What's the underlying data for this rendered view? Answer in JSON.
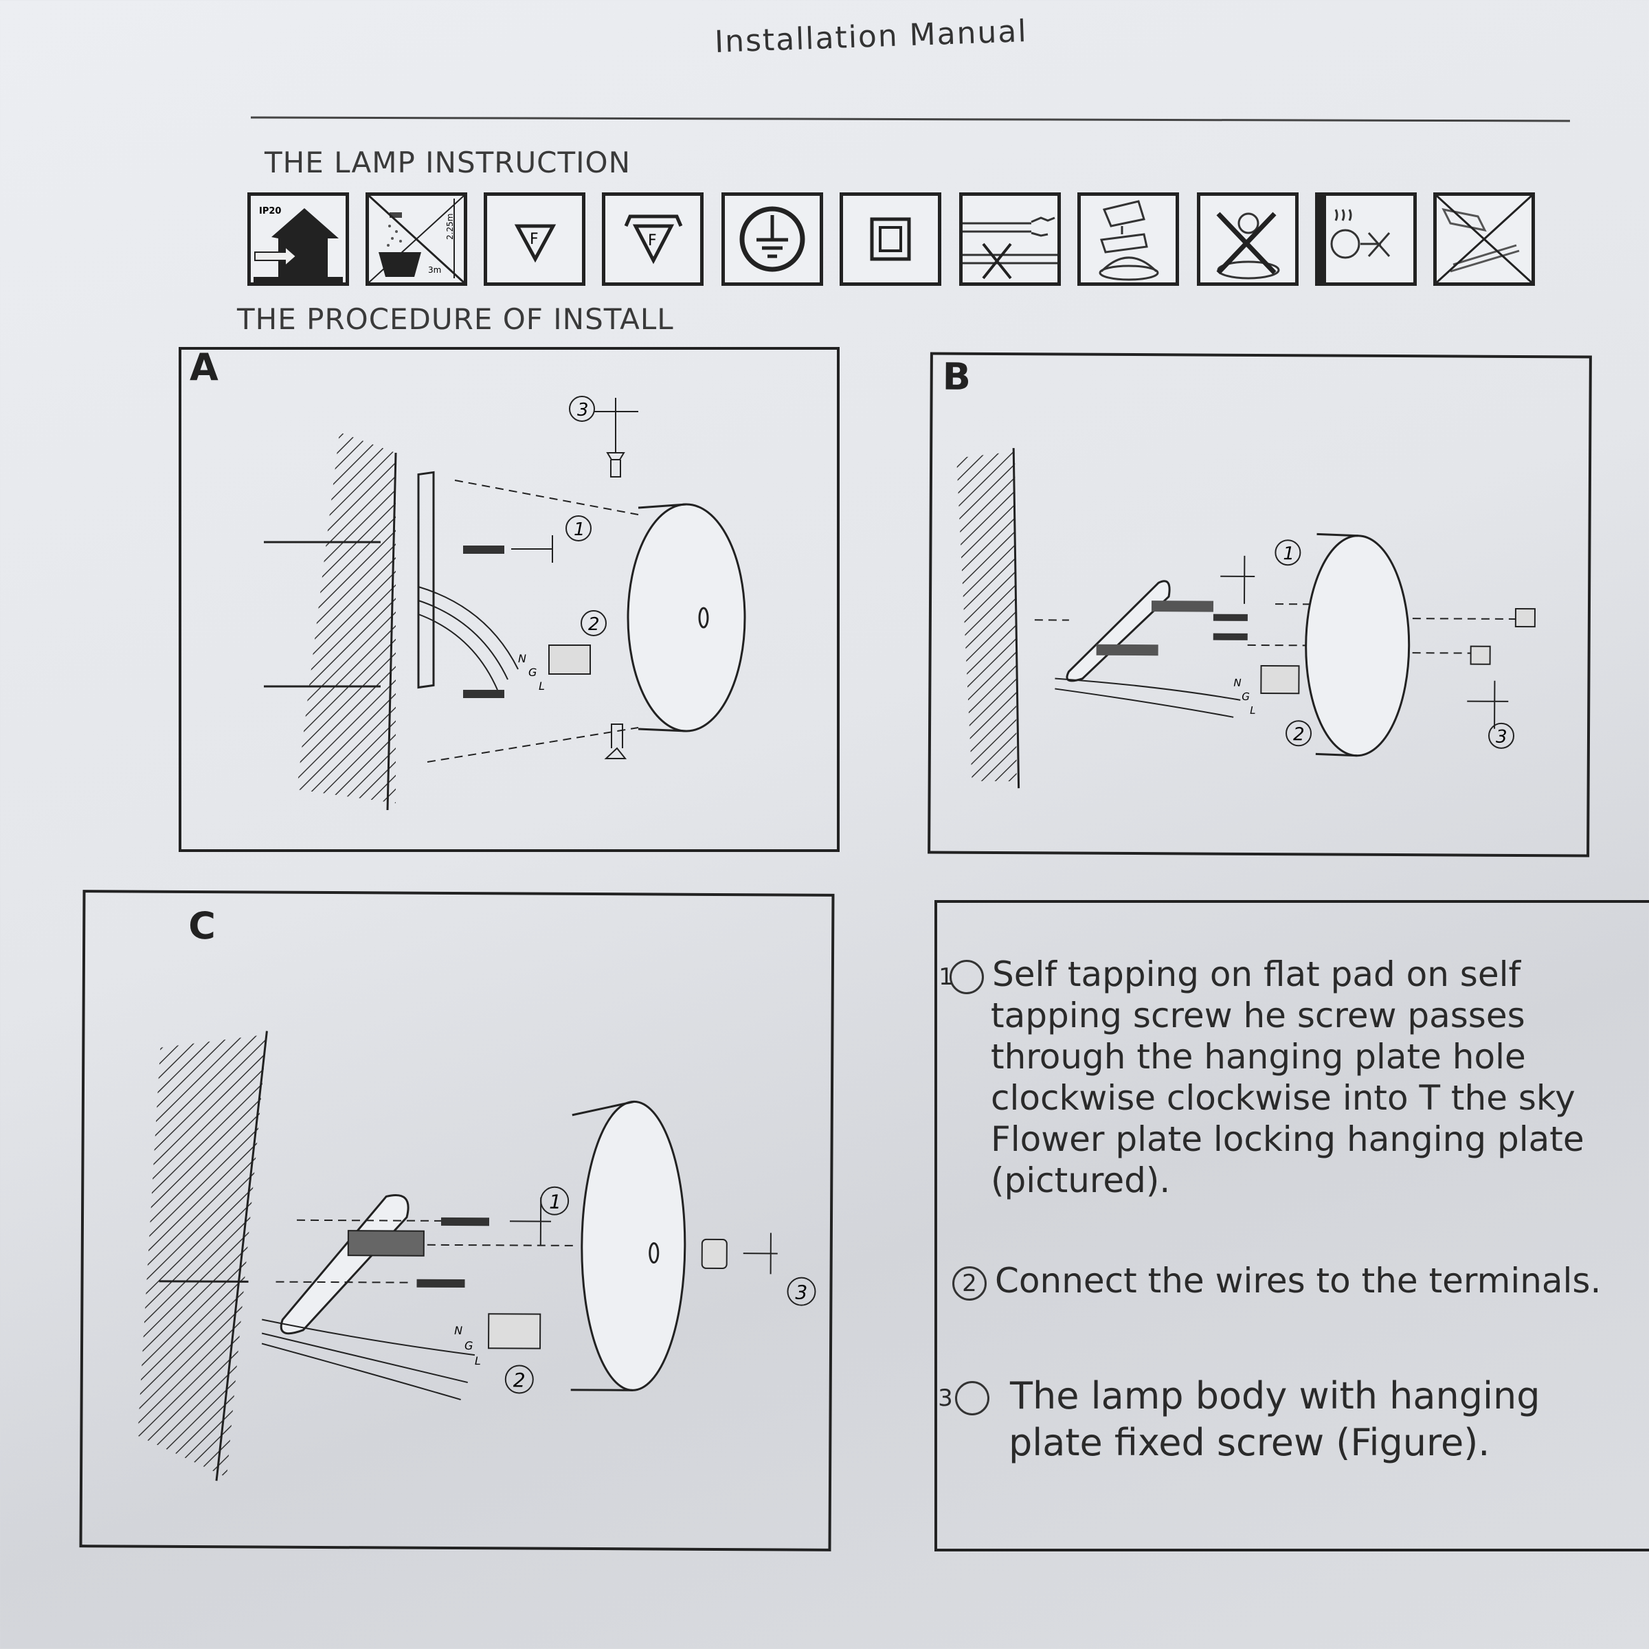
{
  "header": {
    "title": "Installation Manual"
  },
  "sections": {
    "lamp_instruction": "THE LAMP INSTRUCTION",
    "procedure": "THE PROCEDURE OF INSTALL"
  },
  "icons": [
    {
      "name": "indoor-ip20-icon",
      "label": "IP20"
    },
    {
      "name": "bathroom-zone-prohibited-icon",
      "label_height": "2.25m",
      "label_distance": "3m"
    },
    {
      "name": "f-mark-icon",
      "label": "F"
    },
    {
      "name": "ff-mark-icon",
      "label": "F"
    },
    {
      "name": "protective-earth-icon"
    },
    {
      "name": "class-ii-double-insulation-icon"
    },
    {
      "name": "no-damaged-cable-icon"
    },
    {
      "name": "mounting-surface-icon"
    },
    {
      "name": "no-modification-icon"
    },
    {
      "name": "no-hot-bulb-icon"
    },
    {
      "name": "no-abrasive-cleaning-icon"
    }
  ],
  "panels": {
    "a": {
      "letter": "A",
      "callouts": [
        "1",
        "2",
        "3"
      ],
      "terminals": [
        "N",
        "G",
        "L"
      ]
    },
    "b": {
      "letter": "B",
      "callouts": [
        "1",
        "2",
        "3"
      ],
      "terminals": [
        "N",
        "G",
        "L"
      ]
    },
    "c": {
      "letter": "C",
      "callouts": [
        "1",
        "2",
        "3"
      ],
      "terminals": [
        "N",
        "G",
        "L"
      ]
    }
  },
  "steps": [
    {
      "num": "1",
      "text": "Self tapping on flat pad on self tapping screw he screw passes through the hanging plate hole clockwise clockwise into T the sky Flower plate locking hanging plate (pictured)."
    },
    {
      "num": "2",
      "text": "Connect the wires to the terminals."
    },
    {
      "num": "3",
      "text": "The lamp body with hanging plate fixed screw (Figure)."
    }
  ]
}
